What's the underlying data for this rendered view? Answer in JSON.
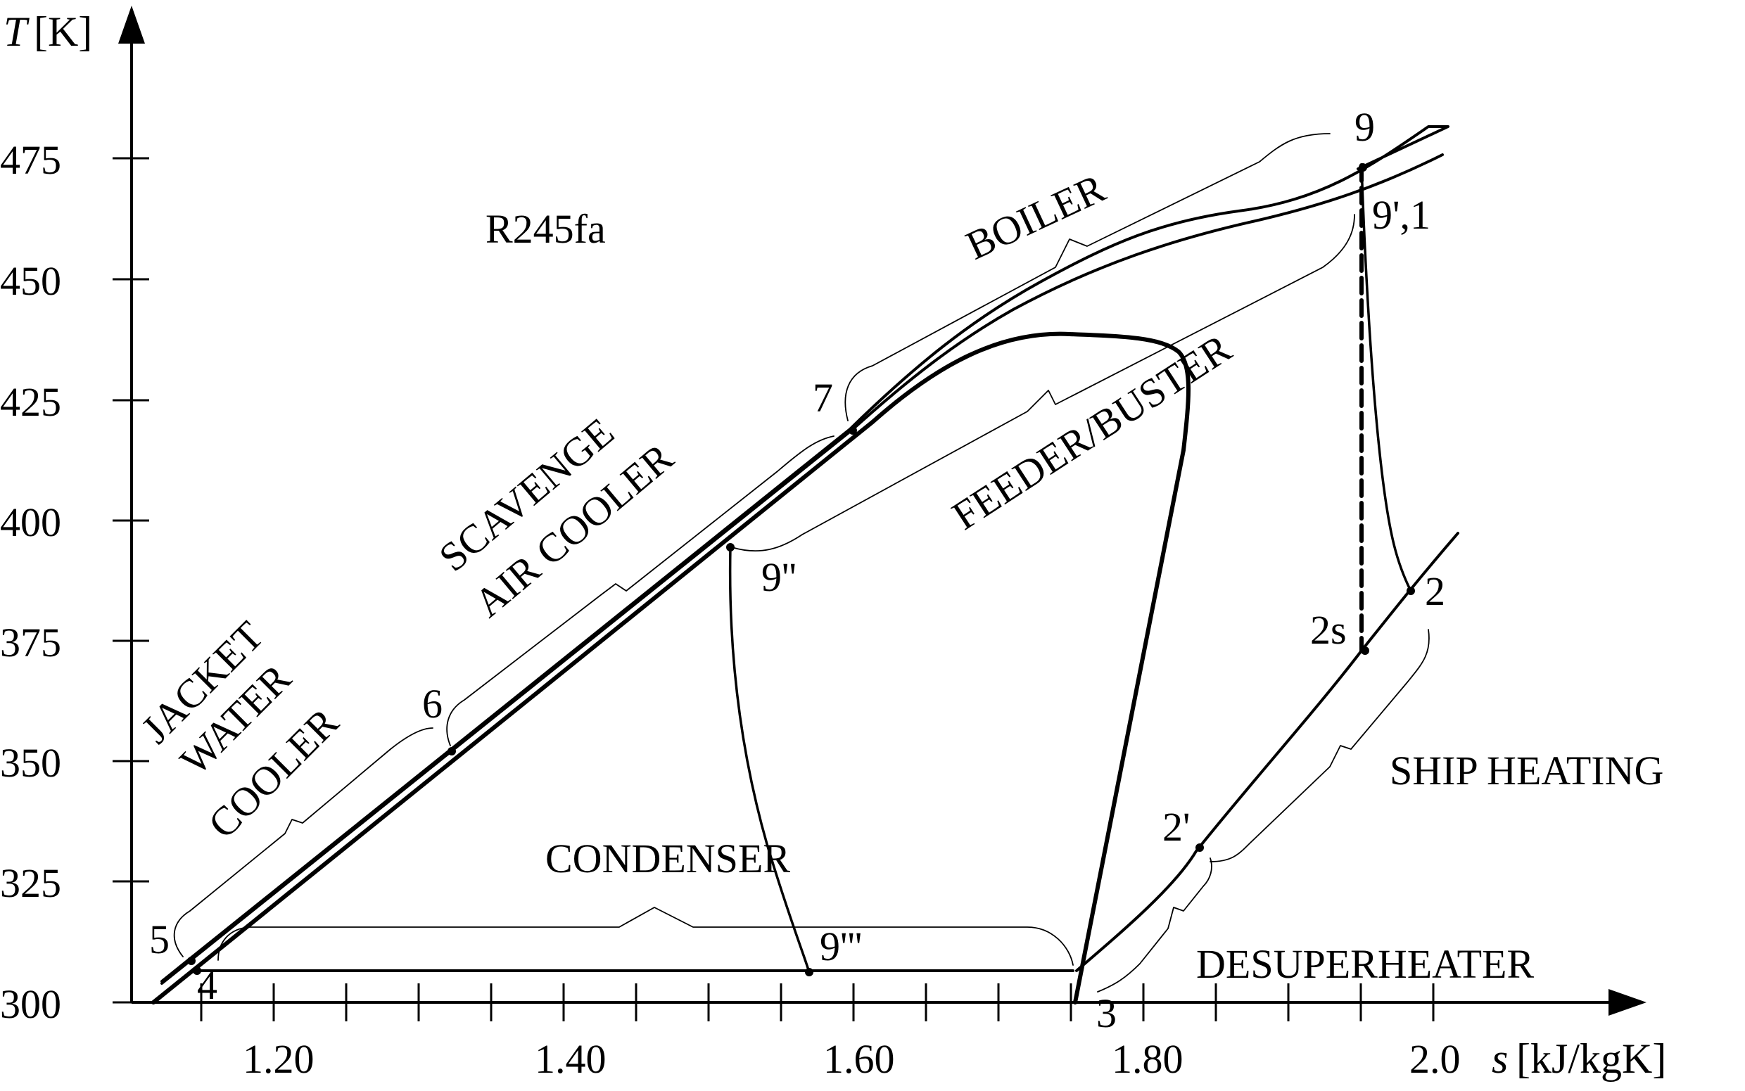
{
  "diagram": {
    "fluid_label": "R245fa",
    "axes": {
      "y_symbol": "T",
      "y_unit": "[K]",
      "x_symbol": "s",
      "x_unit": "[kJ/kgK]",
      "y_ticks": [
        "300",
        "325",
        "350",
        "375",
        "400",
        "425",
        "450",
        "475"
      ],
      "x_ticks": [
        "1.20",
        "1.40",
        "1.60",
        "1.80",
        "2.0"
      ]
    },
    "points": {
      "p9": "9",
      "p9prime1": "9',1",
      "p7": "7",
      "p6": "6",
      "p5": "5",
      "p4": "4",
      "p3": "3",
      "p2": "2",
      "p2s": "2s",
      "p2prime": "2'",
      "p9dprime": "9''",
      "p9tprime": "9'''"
    },
    "components": {
      "boiler": "BOILER",
      "feeder": "FEEDER/BUSTER",
      "scavenge_1": "SCAVENGE",
      "scavenge_2": "AIR COOLER",
      "jacket_1": "JACKET",
      "jacket_2": "WATER",
      "jacket_3": "COOLER",
      "condenser": "CONDENSER",
      "ship_heating": "SHIP HEATING",
      "desuperheater": "DESUPERHEATER"
    }
  }
}
